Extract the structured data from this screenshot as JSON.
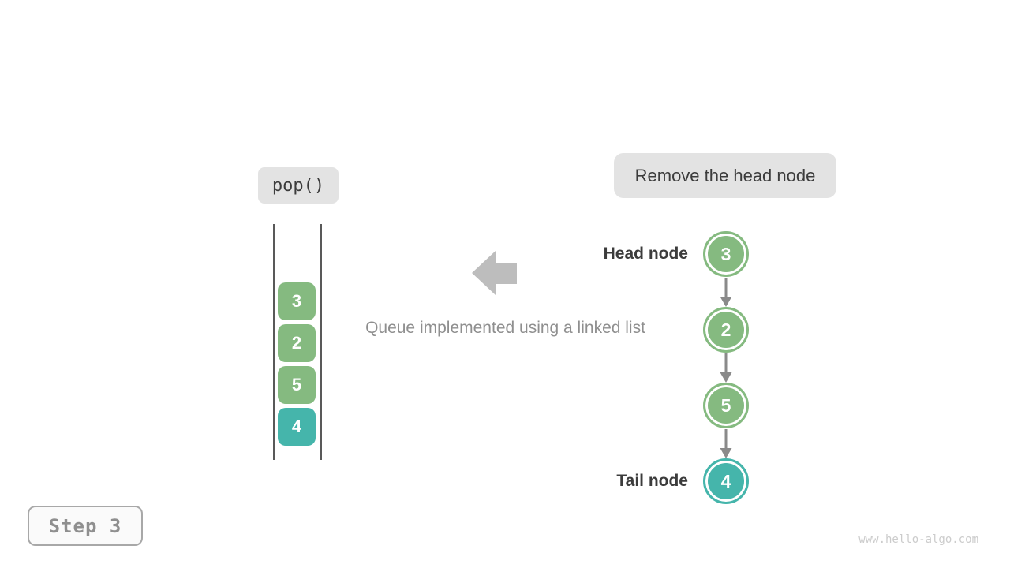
{
  "colors": {
    "green": "#85ba80",
    "teal": "#45b5ab",
    "label-bg": "#e3e3e3",
    "dark-text": "#3c3c3c",
    "gray-text": "#8f8f8f",
    "arrow-gray": "#bdbdbd",
    "connector-gray": "#8a8a8a",
    "line-dark": "#595959",
    "step-border": "#a8a8a8",
    "step-bg": "#fafafa",
    "watermark-gray": "#cccccc"
  },
  "operation": {
    "label": "pop()"
  },
  "annotation": {
    "label": "Remove the head node"
  },
  "caption": {
    "text": "Queue implemented using a linked list"
  },
  "queue": {
    "items": [
      {
        "value": "3"
      },
      {
        "value": "2"
      },
      {
        "value": "5"
      },
      {
        "value": "4"
      }
    ]
  },
  "linked_list": {
    "head_label": "Head node",
    "tail_label": "Tail node",
    "nodes": [
      {
        "value": "3"
      },
      {
        "value": "2"
      },
      {
        "value": "5"
      },
      {
        "value": "4"
      }
    ]
  },
  "footer": {
    "step_label": "Step 3",
    "watermark": "www.hello-algo.com"
  }
}
